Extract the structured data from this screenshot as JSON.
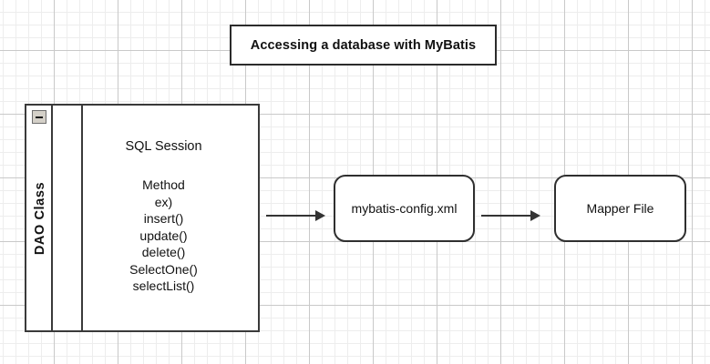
{
  "diagram": {
    "title": "Accessing a database with MyBatis",
    "background": {
      "grid": "on",
      "minor_grid_color": "#ededed",
      "major_grid_color": "#c9c9c9",
      "page_color": "#ffffff"
    },
    "nodes": {
      "dao": {
        "lane_label": "DAO Class",
        "collapse_icon": "minus-icon",
        "session_title": "SQL Session",
        "methods_heading": "Method",
        "methods": [
          "ex)",
          "insert()",
          "update()",
          "delete()",
          "SelectOne()",
          "selectList()"
        ]
      },
      "config": {
        "label": "mybatis-config.xml"
      },
      "mapper": {
        "label": "Mapper File"
      }
    },
    "edges": [
      {
        "id": "dao-to-config",
        "from": "DAO Class",
        "to": "mybatis-config.xml",
        "style": "solid-arrow-right"
      },
      {
        "id": "config-to-mapper",
        "from": "mybatis-config.xml",
        "to": "Mapper File",
        "style": "solid-arrow-right"
      }
    ],
    "colors": {
      "stroke": "#2f2f2f",
      "text": "#111111"
    }
  }
}
